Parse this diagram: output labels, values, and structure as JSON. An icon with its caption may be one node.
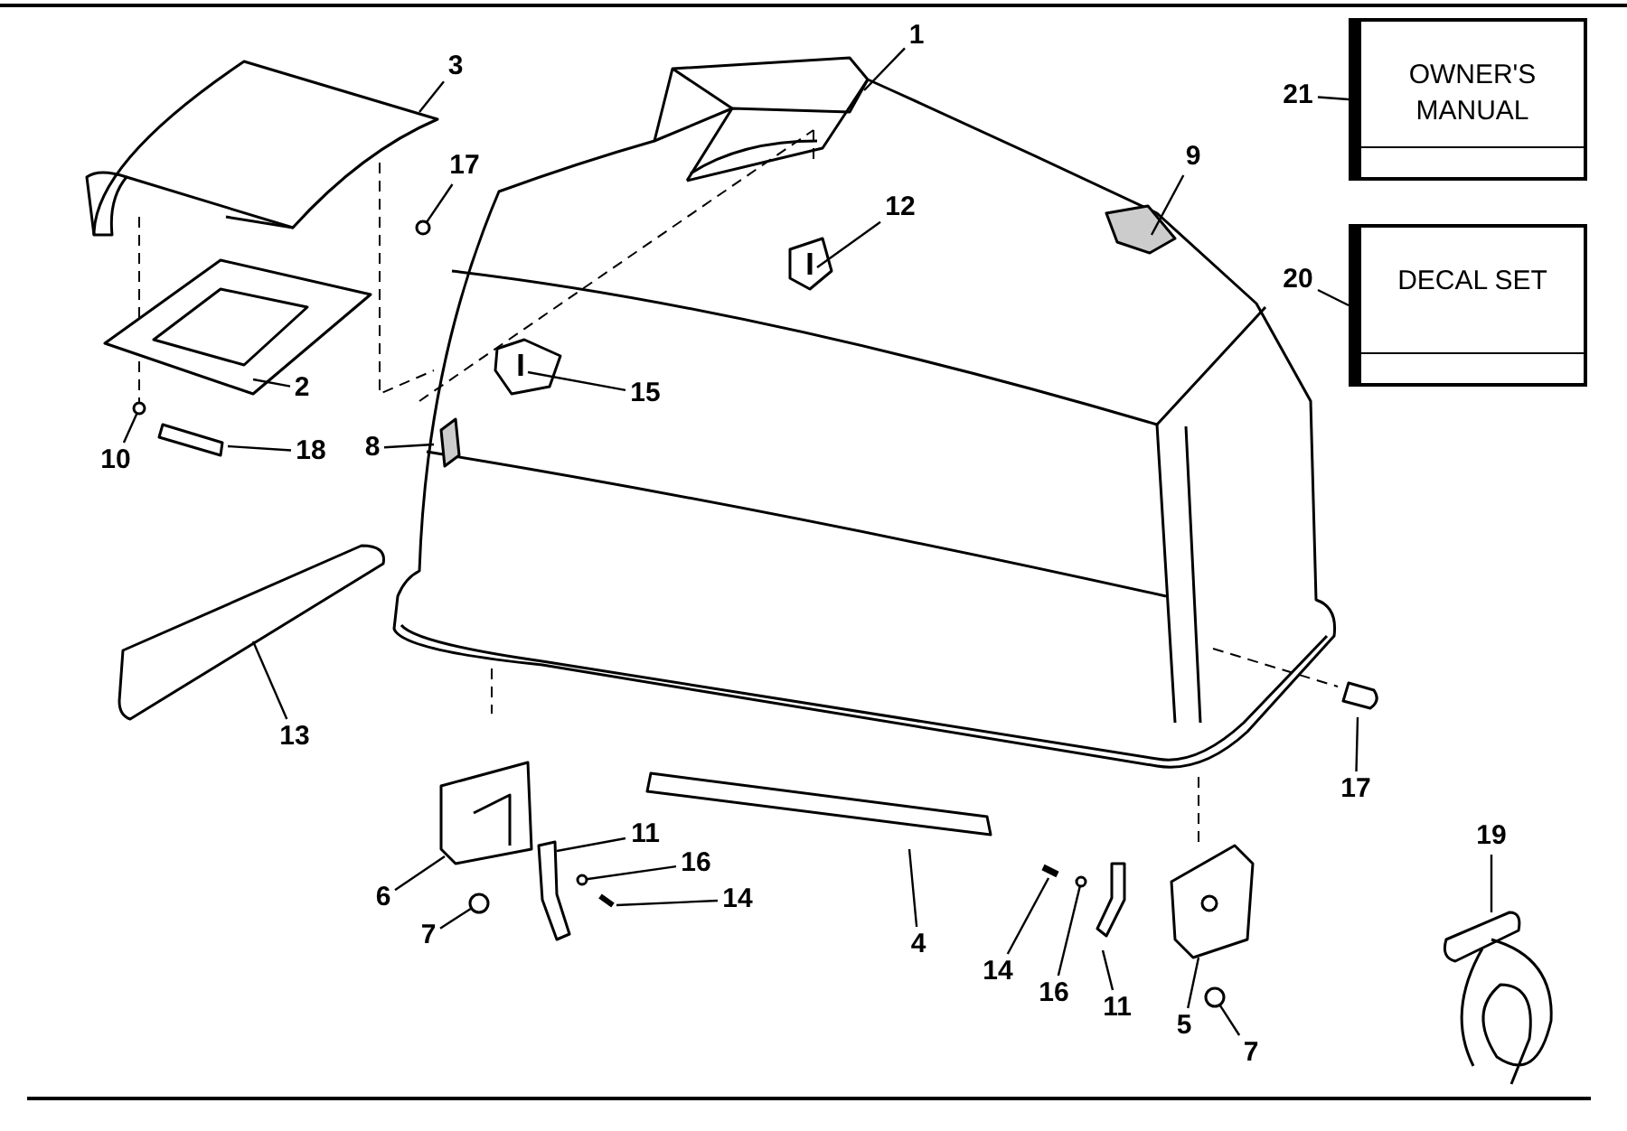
{
  "diagram": {
    "nodes": [
      {
        "text": [
          "1"
        ]
      },
      {
        "text": [
          "21"
        ]
      },
      {
        "text": [
          "OWNER'S MANUAL"
        ]
      },
      {
        "text": [
          "3"
        ]
      },
      {
        "text": [
          "17"
        ]
      },
      {
        "text": [
          "12"
        ]
      },
      {
        "text": [
          "9"
        ]
      },
      {
        "text": [
          "20"
        ]
      },
      {
        "text": [
          "DECAL SET"
        ]
      },
      {
        "text": [
          "2"
        ]
      },
      {
        "text": [
          "15"
        ]
      },
      {
        "text": [
          "8"
        ]
      },
      {
        "text": [
          "10"
        ]
      },
      {
        "text": [
          "18"
        ]
      },
      {
        "text": [
          "13"
        ]
      },
      {
        "text": [
          "17"
        ]
      },
      {
        "text": [
          "6"
        ]
      },
      {
        "text": [
          "11"
        ]
      },
      {
        "text": [
          "16"
        ]
      },
      {
        "text": [
          "19"
        ]
      },
      {
        "text": [
          "7"
        ]
      },
      {
        "text": [
          "14"
        ]
      },
      {
        "text": [
          "4"
        ]
      },
      {
        "text": [
          "14"
        ]
      },
      {
        "text": [
          "16"
        ]
      },
      {
        "text": [
          "11"
        ]
      },
      {
        "text": [
          "5"
        ]
      },
      {
        "text": [
          "7"
        ]
      },
      {
        "text": [],
        "shape": "circle"
      },
      {
        "text": [],
        "shape": "circle"
      },
      {
        "text": [],
        "shape": "circle"
      },
      {
        "text": [],
        "shape": "circle"
      },
      {
        "text": [],
        "shape": "circle"
      },
      {
        "text": [],
        "shape": "circle"
      }
    ],
    "edges": [
      {
        "from": 0,
        "to": null,
        "arrow": "none"
      },
      {
        "from": 1,
        "to": 2,
        "arrow": "none"
      },
      {
        "from": 3,
        "to": null,
        "arrow": "none"
      },
      {
        "from": 4,
        "to": 28,
        "arrow": "none"
      },
      {
        "from": 5,
        "to": null,
        "arrow": "none"
      },
      {
        "from": 6,
        "to": null,
        "arrow": "none"
      },
      {
        "from": 7,
        "to": 8,
        "arrow": "none"
      },
      {
        "from": 9,
        "to": null,
        "arrow": "none"
      },
      {
        "from": 10,
        "to": null,
        "arrow": "none"
      },
      {
        "from": 11,
        "to": null,
        "arrow": "none"
      },
      {
        "from": 12,
        "to": 29,
        "arrow": "none"
      },
      {
        "from": 13,
        "to": null,
        "arrow": "none"
      },
      {
        "from": 14,
        "to": null,
        "arrow": "none"
      },
      {
        "from": 15,
        "to": null,
        "arrow": "none"
      },
      {
        "from": 16,
        "to": null,
        "arrow": "none"
      },
      {
        "from": 17,
        "to": null,
        "arrow": "none"
      },
      {
        "from": 18,
        "to": 30,
        "arrow": "none"
      },
      {
        "from": 19,
        "to": null,
        "arrow": "none"
      },
      {
        "from": 20,
        "to": 31,
        "arrow": "none"
      },
      {
        "from": 21,
        "to": null,
        "arrow": "none"
      },
      {
        "from": 22,
        "to": null,
        "arrow": "none"
      },
      {
        "from": 23,
        "to": null,
        "arrow": "none"
      },
      {
        "from": 24,
        "to": 32,
        "arrow": "none"
      },
      {
        "from": 25,
        "to": null,
        "arrow": "none"
      },
      {
        "from": 26,
        "to": null,
        "arrow": "none"
      },
      {
        "from": 27,
        "to": 33,
        "arrow": "none"
      }
    ]
  }
}
